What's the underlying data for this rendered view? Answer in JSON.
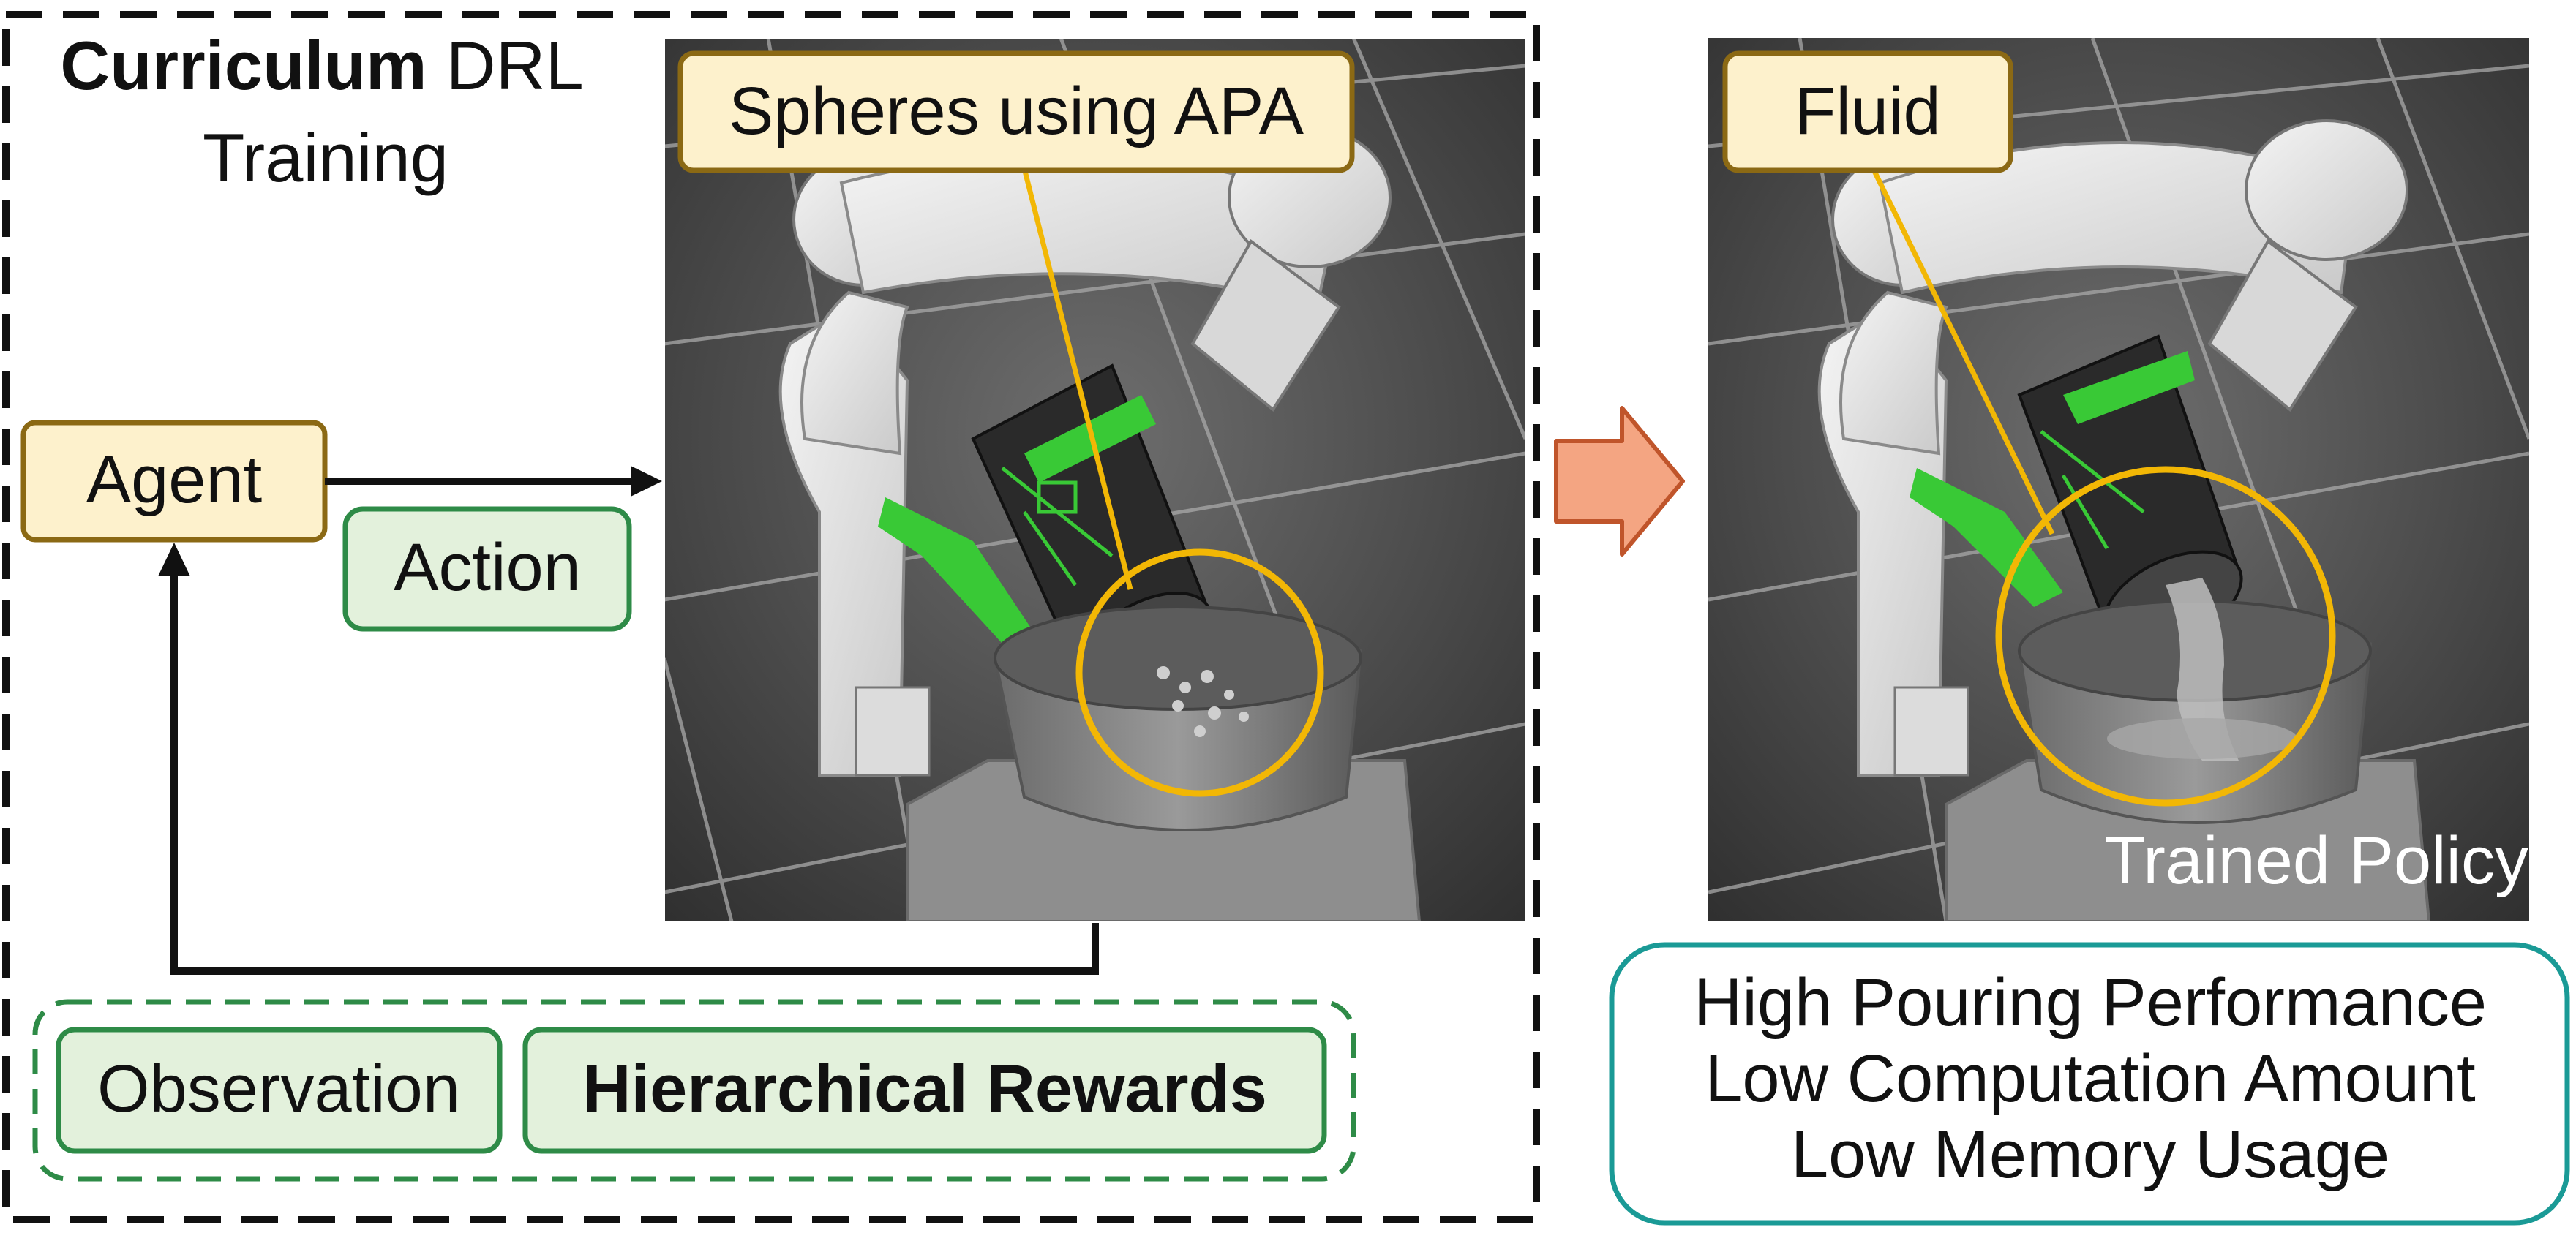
{
  "training": {
    "title_bold": "Curriculum",
    "title_rest": " DRL",
    "title_line2": "Training"
  },
  "agent": {
    "label": "Agent"
  },
  "action": {
    "label": "Action"
  },
  "observation": {
    "label": "Observation"
  },
  "rewards": {
    "label": "Hierarchical Rewards"
  },
  "scene_left": {
    "callout": "Spheres using APA"
  },
  "scene_right": {
    "callout": "Fluid",
    "caption": "Trained Policy"
  },
  "results": {
    "lines": [
      "High Pouring Performance",
      "Low Computation Amount",
      "Low Memory Usage"
    ]
  },
  "colors": {
    "agent_fill": "#fdf1cc",
    "agent_stroke": "#8b6914",
    "green_fill": "#e3f1dc",
    "green_stroke": "#2e8b47",
    "highlight": "#f2b705",
    "arrow_fill": "#f4a582",
    "arrow_stroke": "#c0552b",
    "results_stroke": "#1a9a96",
    "gripper_green": "#39c936"
  }
}
